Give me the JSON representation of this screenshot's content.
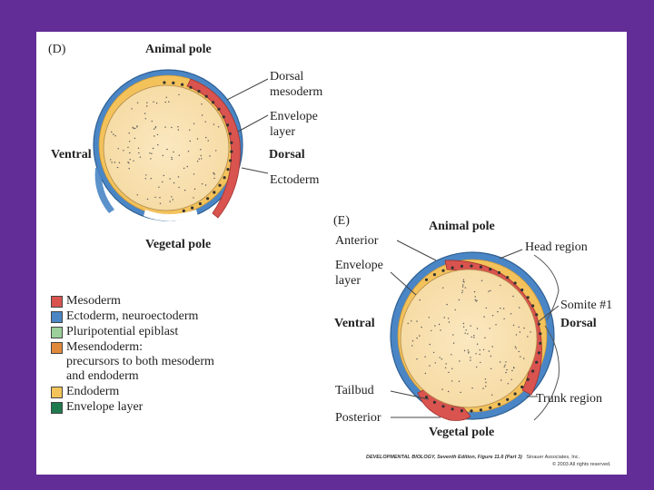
{
  "panel_d": {
    "tag": "(D)",
    "animal_pole": "Animal pole",
    "vegetal_pole": "Vegetal pole",
    "ventral": "Ventral",
    "dorsal": "Dorsal",
    "dorsal_mesoderm_1": "Dorsal",
    "dorsal_mesoderm_2": "mesoderm",
    "envelope_layer_1": "Envelope",
    "envelope_layer_2": "layer",
    "ectoderm": "Ectoderm"
  },
  "panel_e": {
    "tag": "(E)",
    "animal_pole": "Animal pole",
    "vegetal_pole": "Vegetal pole",
    "anterior": "Anterior",
    "envelope_layer_1": "Envelope",
    "envelope_layer_2": "layer",
    "ventral": "Ventral",
    "dorsal": "Dorsal",
    "tailbud": "Tailbud",
    "posterior": "Posterior",
    "head_region": "Head region",
    "somite": "Somite #1",
    "trunk_region": "Trunk region"
  },
  "legend": [
    {
      "label_lines": [
        "Mesoderm"
      ],
      "color": "#d9534f"
    },
    {
      "label_lines": [
        "Ectoderm, neuroectoderm"
      ],
      "color": "#4a86c5"
    },
    {
      "label_lines": [
        "Pluripotential epiblast"
      ],
      "color": "#9bd09b"
    },
    {
      "label_lines": [
        "Mesendoderm:",
        "precursors to both mesoderm",
        "and endoderm"
      ],
      "color": "#e0893a"
    },
    {
      "label_lines": [
        "Endoderm"
      ],
      "color": "#f2c45a"
    },
    {
      "label_lines": [
        "Envelope layer"
      ],
      "color": "#1f7a4d"
    }
  ],
  "credit": {
    "line1_title": "DEVELOPMENTAL BIOLOGY, Seventh Edition, Figure 11.6 (Part 3)",
    "line1_pub": "Sinauer Associates, Inc.",
    "line2": "© 2003 All rights reserved."
  }
}
